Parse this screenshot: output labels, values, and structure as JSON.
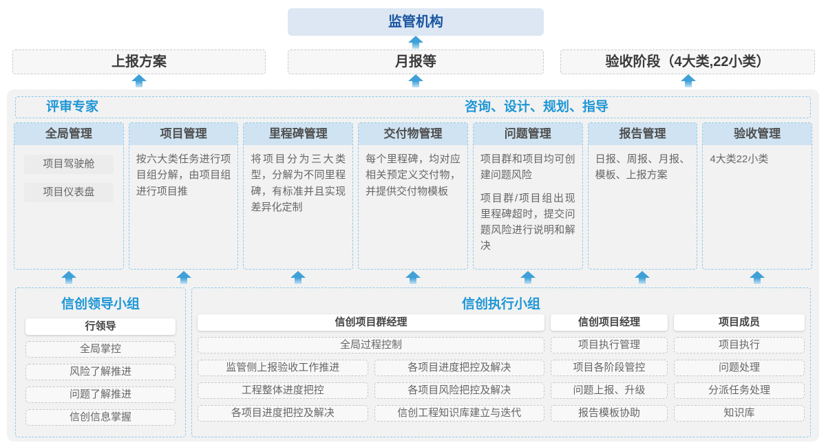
{
  "top": {
    "regulator": "监管机构"
  },
  "report_row": [
    {
      "label": "上报方案"
    },
    {
      "label": "月报等"
    },
    {
      "label": "验收阶段（4大类,22小类）"
    }
  ],
  "middle": {
    "left_title": "评审专家",
    "right_title": "咨询、设计、规划、指导",
    "columns": [
      {
        "title": "全局管理",
        "pills": [
          "项目驾驶舱",
          "项目仪表盘"
        ]
      },
      {
        "title": "项目管理",
        "paragraphs": [
          "按六大类任务进行项目组分解，由项目组进行项目推"
        ]
      },
      {
        "title": "里程碑管理",
        "paragraphs": [
          "将项目分为三大类型，分解为不同里程碑，有标准并且实现差异化定制"
        ]
      },
      {
        "title": "交付物管理",
        "paragraphs": [
          "每个里程碑，均对应相关预定义交付物，并提供交付物模板"
        ]
      },
      {
        "title": "问题管理",
        "paragraphs": [
          "项目群和项目均可创建问题风险",
          "项目群/项目组出现里程碑超时，提交问题风险进行说明和解决"
        ]
      },
      {
        "title": "报告管理",
        "paragraphs": [
          "日报、周报、月报、模板、上报方案"
        ]
      },
      {
        "title": "验收管理",
        "paragraphs": [
          "4大类22小类"
        ]
      }
    ]
  },
  "bottom": {
    "leader_group": {
      "title": "信创领导小组",
      "role": "行领导",
      "items": [
        "全局掌控",
        "风险了解推进",
        "问题了解推进",
        "信创信息掌握"
      ]
    },
    "exec_group": {
      "title": "信创执行小组",
      "pmg": {
        "role": "信创项目群经理",
        "top_item": "全局过程控制",
        "left_items": [
          "监管侧上报验收工作推进",
          "工程整体进度把控",
          "各项目进度把控及解决"
        ],
        "right_items": [
          "各项目进度把控及解决",
          "各项目风险把控及解决",
          "信创工程知识库建立与迭代"
        ]
      },
      "pm": {
        "role": "信创项目经理",
        "items": [
          "项目执行管理",
          "项目各阶段管控",
          "问题上报、升级",
          "报告模板协助"
        ]
      },
      "member": {
        "role": "项目成员",
        "items": [
          "项目执行",
          "问题处理",
          "分派任务处理",
          "知识库"
        ]
      }
    }
  },
  "colors": {
    "accent_blue": "#1e96d6",
    "dark_blue": "#1a55a0",
    "regulator_bg": "#dce7f3",
    "column_header_bg": "#cfe3f2",
    "dashed_blue_border": "#8cc8ea",
    "dashed_gray_border": "#c5c5c5",
    "container_bg": "#f2f2f2",
    "arrow_blue": "#3fa0d8"
  }
}
